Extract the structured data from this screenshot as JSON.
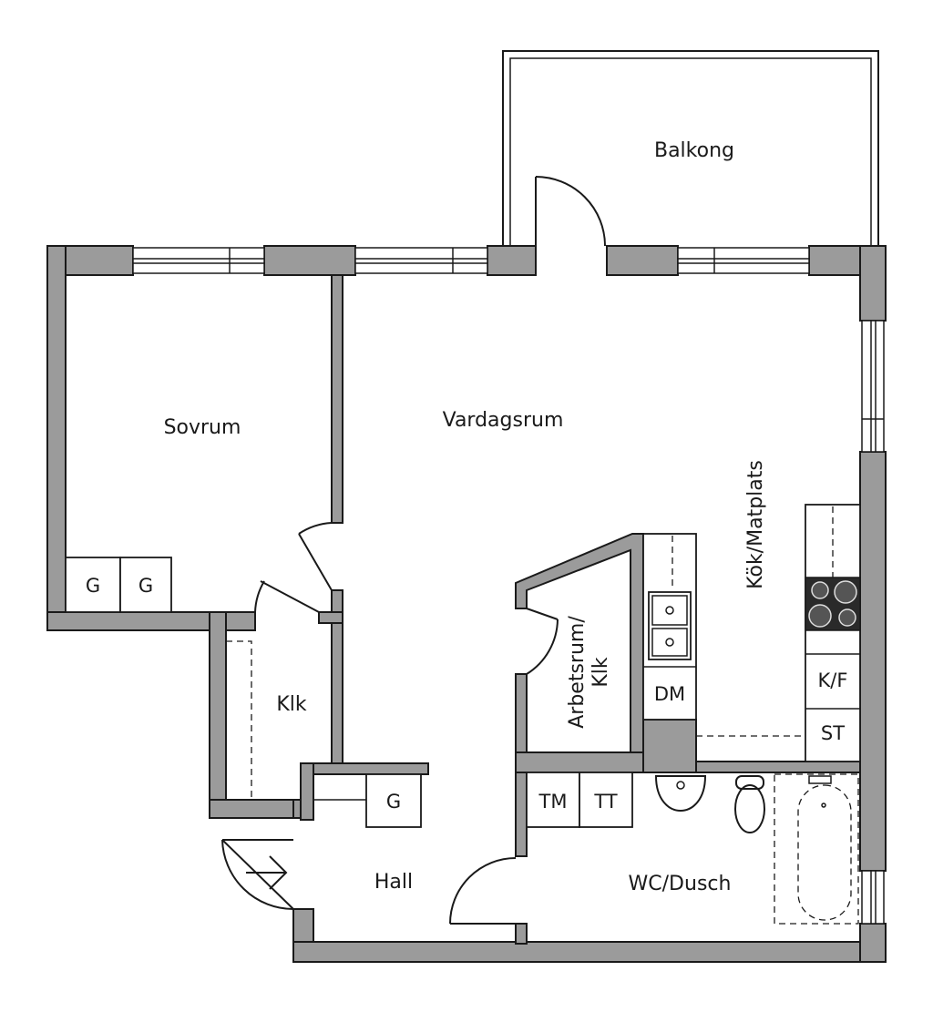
{
  "rooms": {
    "balcony": "Balkong",
    "bedroom": "Sovrum",
    "living_room": "Vardagsrum",
    "kitchen_dining": "Kök/Matplats",
    "study_line1": "Arbetsrum/",
    "study_line2": "Klk",
    "closet": "Klk",
    "hall": "Hall",
    "bathroom": "WC/Dusch"
  },
  "fixtures": {
    "wardrobe_1": "G",
    "wardrobe_2": "G",
    "hall_wardrobe": "G",
    "dishwasher": "DM",
    "fridge_freezer": "K/F",
    "storage": "ST",
    "washing_machine": "TM",
    "dryer": "TT"
  }
}
